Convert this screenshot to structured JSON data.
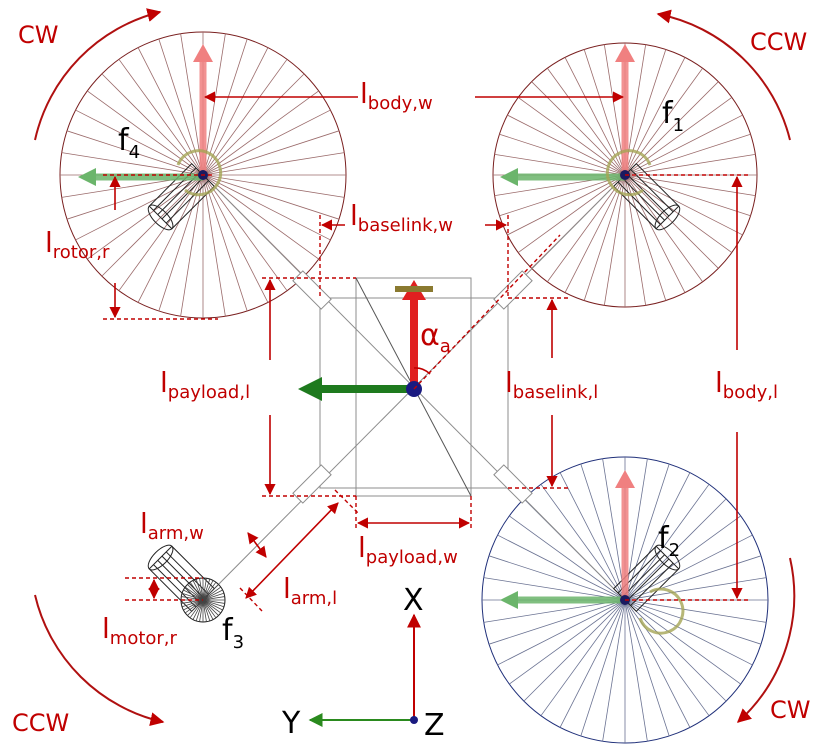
{
  "rotation_labels": {
    "rotor4": "CW",
    "rotor1": "CCW",
    "rotor3": "CCW",
    "rotor2": "CW"
  },
  "forces": {
    "f1": {
      "base": "f",
      "sub": "1"
    },
    "f2": {
      "base": "f",
      "sub": "2"
    },
    "f3": {
      "base": "f",
      "sub": "3"
    },
    "f4": {
      "base": "f",
      "sub": "4"
    }
  },
  "dimensions": {
    "body_w": {
      "base": "l",
      "sub": "body,w"
    },
    "baselink_w": {
      "base": "l",
      "sub": "baselink,w"
    },
    "rotor_r": {
      "base": "l",
      "sub": "rotor,r"
    },
    "payload_l": {
      "base": "l",
      "sub": "payload,l"
    },
    "baselink_l": {
      "base": "l",
      "sub": "baselink,l"
    },
    "body_l": {
      "base": "l",
      "sub": "body,l"
    },
    "arm_w": {
      "base": "l",
      "sub": "arm,w"
    },
    "payload_w": {
      "base": "l",
      "sub": "payload,w"
    },
    "arm_l": {
      "base": "l",
      "sub": "arm,l"
    },
    "motor_r": {
      "base": "l",
      "sub": "motor,r"
    },
    "alpha_a": {
      "base": "α",
      "sub": "a"
    }
  },
  "axes": {
    "x": "X",
    "y": "Y",
    "z": "Z"
  },
  "colors": {
    "annotation": "#c00000",
    "x_axis": "#c00000",
    "y_axis": "#2a8a1e",
    "z_axis": "#000080",
    "rotor_wire_top": "#7a2020",
    "rotor_wire_bottom": "#20307a",
    "frame": "#8c8c8c"
  }
}
